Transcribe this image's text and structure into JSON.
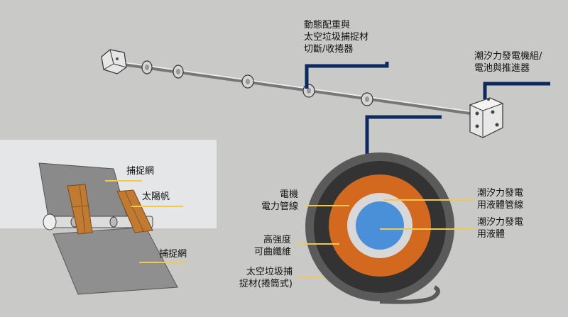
{
  "labels": {
    "cutter": [
      "動態配重與",
      "太空垃圾捕捉材",
      "切斷/收捲器"
    ],
    "generator": [
      "潮汐力發電機組/",
      "電池與推進器"
    ],
    "net_top": "捕捉網",
    "sail": "太陽帆",
    "net_bottom": "捕捉網",
    "power_line": [
      "電機",
      "電力管線"
    ],
    "fiber": [
      "高強度",
      "可曲纖維"
    ],
    "capture_material": [
      "太空垃圾捕",
      "捉材(捲筒式)"
    ],
    "tidal_fluid_line": [
      "潮汐力發電",
      "用液體管線"
    ],
    "tidal_fluid": [
      "潮汐力發電",
      "用液體"
    ]
  },
  "colors": {
    "background": "#c9c9c7",
    "inset_background": "#e4e6e8",
    "leader_blue": "#0d2a5e",
    "pointer_yellow": "#f2c94c",
    "outer_ring": "#5a5a5a",
    "fiber_ring": "#333333",
    "orange_ring": "#d2691e",
    "white_ring": "#d8d8d8",
    "core_blue": "#4a90d9",
    "net": "#8a8a8a",
    "sail": "#c07a32"
  }
}
